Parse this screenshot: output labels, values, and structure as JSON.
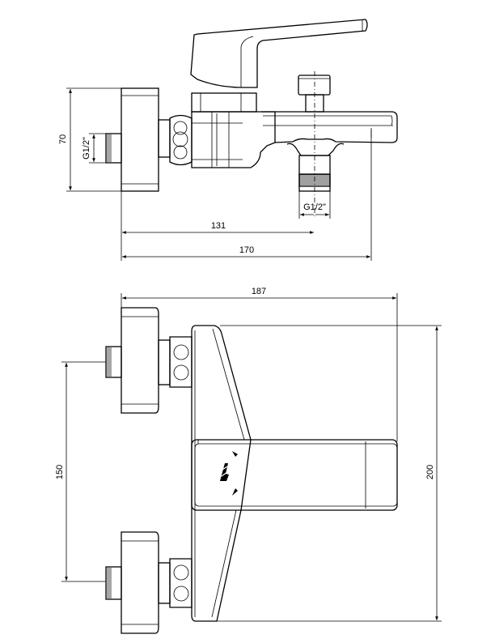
{
  "side_view": {
    "height_dim": "70",
    "inlet_thread_label": "G1/2\"",
    "outlet_thread_label": "G1/2\"",
    "outlet_distance_dim": "131",
    "spout_length_dim": "170"
  },
  "top_view": {
    "width_dim": "187",
    "inlet_spacing_dim": "150",
    "length_dim": "200"
  },
  "colors": {
    "line": "#000000",
    "background": "#ffffff"
  }
}
